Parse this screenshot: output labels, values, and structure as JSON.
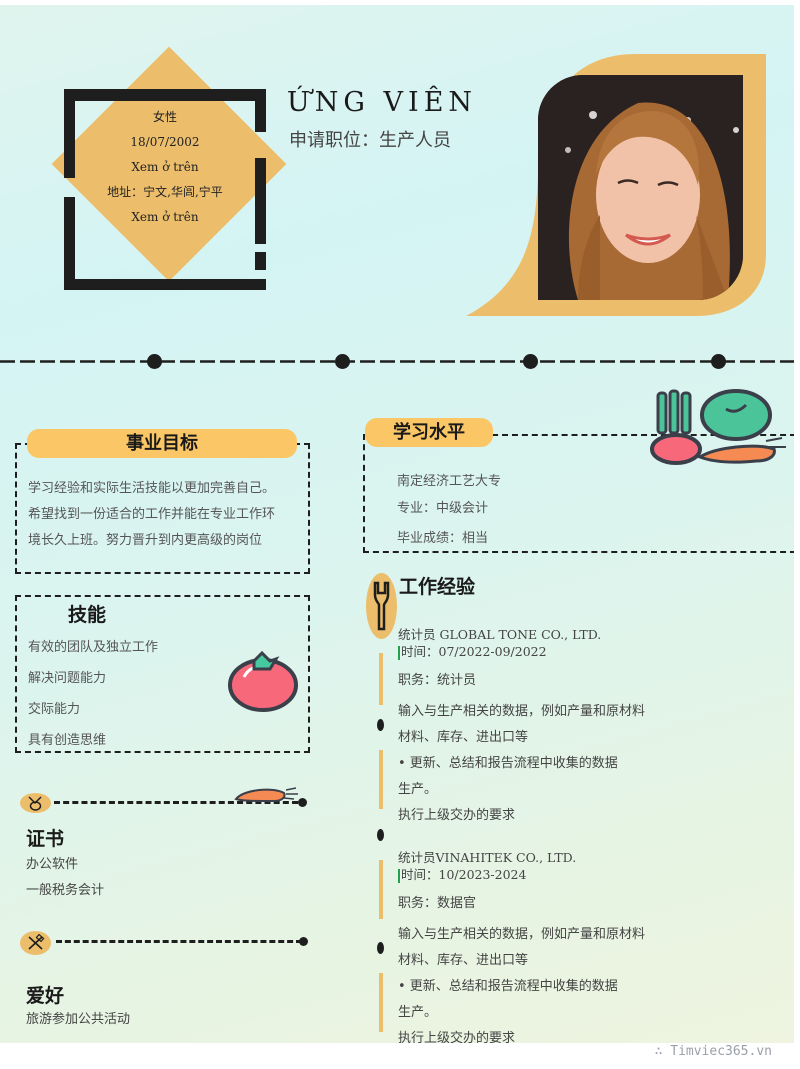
{
  "header": {
    "name": "ỨNG VIÊN",
    "position_label": "申请职位：",
    "position_value": "生产人员",
    "personal": {
      "gender": "女性",
      "birthdate": "18/07/2002",
      "phone": "Xem ở trên",
      "address": "地址：宁文,华闾,宁平",
      "email": "Xem ở trên"
    },
    "photo_alt": "candidate-photo"
  },
  "career_goal": {
    "title": "事业目标",
    "text": [
      "学习经验和实际生活技能以更加完善自己。",
      "希望找到一份适合的工作并能在专业工作环",
      "境长久上班。努力晋升到内更高级的岗位"
    ]
  },
  "skills": {
    "title": "技能",
    "items": [
      "有效的团队及独立工作",
      "解决问题能力",
      "交际能力",
      "具有创造思维"
    ]
  },
  "certificates": {
    "title": "证书",
    "items": [
      "办公软件",
      "一般税务会计"
    ]
  },
  "hobbies": {
    "title": "爱好",
    "items": [
      "旅游参加公共活动"
    ]
  },
  "education": {
    "title": "学习水平",
    "school": "南定经济工艺大专",
    "major": "专业：中级会计",
    "grade": "毕业成绩：相当"
  },
  "experience": {
    "title": "工作经验",
    "jobs": [
      {
        "company": "统计员 GLOBAL TONE CO., LTD.",
        "time": "时间：07/2022-09/2022",
        "role": "职务：统计员",
        "lines": [
          "输入与生产相关的数据，例如产量和原材料",
          "材料、库存、进出口等",
          "• 更新、总结和报告流程中收集的数据",
          "生产。",
          "执行上级交办的要求"
        ]
      },
      {
        "company": "统计员VINAHITEK CO., LTD.",
        "time": "时间：10/2023-2024",
        "role": "职务：数据官",
        "lines": [
          "输入与生产相关的数据，例如产量和原材料",
          "材料、库存、进出口等",
          "• 更新、总结和报告流程中收集的数据",
          "生产。",
          "执行上级交办的要求"
        ]
      }
    ]
  },
  "watermark": "∴ Timviec365.vn",
  "colors": {
    "accent": "#ecbe6c",
    "pill": "#fbc766",
    "dark": "#1e1e1e"
  }
}
